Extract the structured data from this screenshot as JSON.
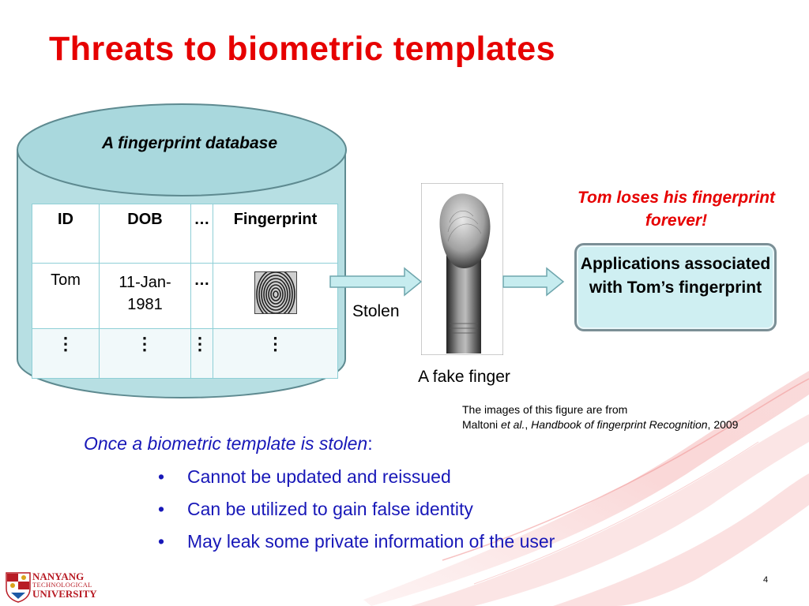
{
  "slide": {
    "title": "Threats to biometric templates",
    "page_number": "4"
  },
  "database": {
    "label": "A fingerprint database",
    "headers": [
      "ID",
      "DOB",
      "…",
      "Fingerprint"
    ],
    "row1": [
      "Tom",
      "11-Jan-1981",
      "…"
    ],
    "row2": [
      "⋮",
      "⋮",
      "⋮",
      "⋮"
    ]
  },
  "stolen_label": "Stolen",
  "fake_finger_label": "A fake finger",
  "loses_text": "Tom loses his fingerprint forever!",
  "applications_text": "Applications associated with Tom’s fingerprint",
  "citation": {
    "line1": "The images of this figure are from",
    "author": "Maltoni ",
    "etal": "et al.",
    "comma": ", ",
    "book": "Handbook of fingerprint Recognition",
    "year": ", 2009"
  },
  "body": {
    "lead": "Once a biometric template is stolen",
    "lead_suffix": ":",
    "bullet_char": "•",
    "bullets": [
      "Cannot be updated and reissued",
      "Can be utilized to gain false identity",
      "May leak some private information of the user"
    ]
  },
  "logo": {
    "line1": "NANYANG",
    "line2": "TECHNOLOGICAL",
    "line3": "UNIVERSITY"
  },
  "colors": {
    "title": "#e60000",
    "body_text": "#1818b8",
    "cylinder_fill": "#b7dfe3",
    "cylinder_top": "#a9d8dd",
    "cylinder_stroke": "#5e8a90",
    "arrow_fill": "#c6ecef",
    "arrow_stroke": "#6fa6ad"
  }
}
